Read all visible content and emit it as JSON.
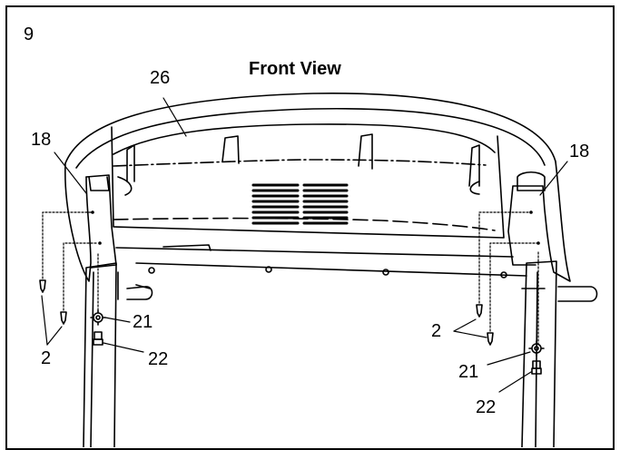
{
  "step": {
    "number": "9"
  },
  "diagram": {
    "title": "Front View",
    "labels": {
      "part_26": "26",
      "part_18_left": "18",
      "part_18_right": "18",
      "part_2_left": "2",
      "part_2_right": "2",
      "part_21_left": "21",
      "part_21_right": "21",
      "part_22_left": "22",
      "part_22_right": "22"
    }
  }
}
